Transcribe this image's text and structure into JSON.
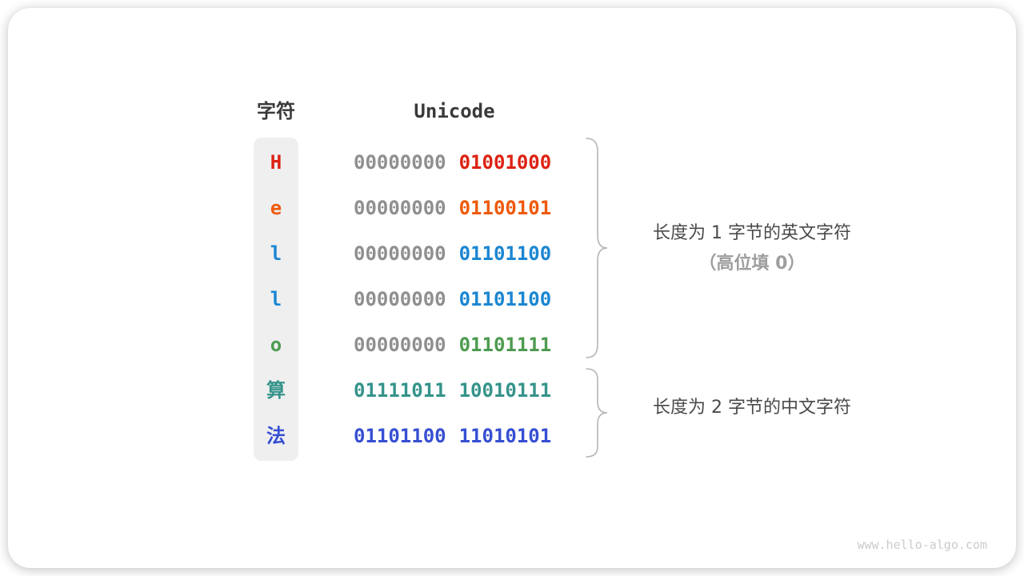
{
  "table": {
    "headers": {
      "char": "字符",
      "unicode": "Unicode"
    },
    "rows": [
      {
        "char": "H",
        "byte1": "00000000",
        "byte2": "01001000",
        "color": "#dd2213",
        "byte1_color": "#8f8f8f"
      },
      {
        "char": "e",
        "byte1": "00000000",
        "byte2": "01100101",
        "color": "#ee5a0c",
        "byte1_color": "#8f8f8f"
      },
      {
        "char": "l",
        "byte1": "00000000",
        "byte2": "01101100",
        "color": "#1b86d2",
        "byte1_color": "#8f8f8f"
      },
      {
        "char": "l",
        "byte1": "00000000",
        "byte2": "01101100",
        "color": "#1b86d2",
        "byte1_color": "#8f8f8f"
      },
      {
        "char": "o",
        "byte1": "00000000",
        "byte2": "01101111",
        "color": "#4c9b4f",
        "byte1_color": "#8f8f8f"
      },
      {
        "char": "算",
        "byte1": "01111011",
        "byte2": "10010111",
        "color": "#35938a",
        "byte1_color": "#35938a"
      },
      {
        "char": "法",
        "byte1": "01101100",
        "byte2": "11010101",
        "color": "#364fd2",
        "byte1_color": "#364fd2"
      }
    ]
  },
  "annotations": {
    "group1_line1": "长度为 1 字节的英文字符",
    "group1_line2": "（高位填 0）",
    "group2_line1": "长度为 2 字节的中文字符"
  },
  "watermark": "www.hello-algo.com",
  "colors": {
    "header_text": "#3a3a3a",
    "annotation_text": "#4a4a4a",
    "annotation_sub_text": "#9e9e9e",
    "zero_padding_gray": "#8f8f8f",
    "brace": "#b5b5b5",
    "char_column_bg": "#efeff0",
    "watermark_text": "#cbcbcb"
  }
}
